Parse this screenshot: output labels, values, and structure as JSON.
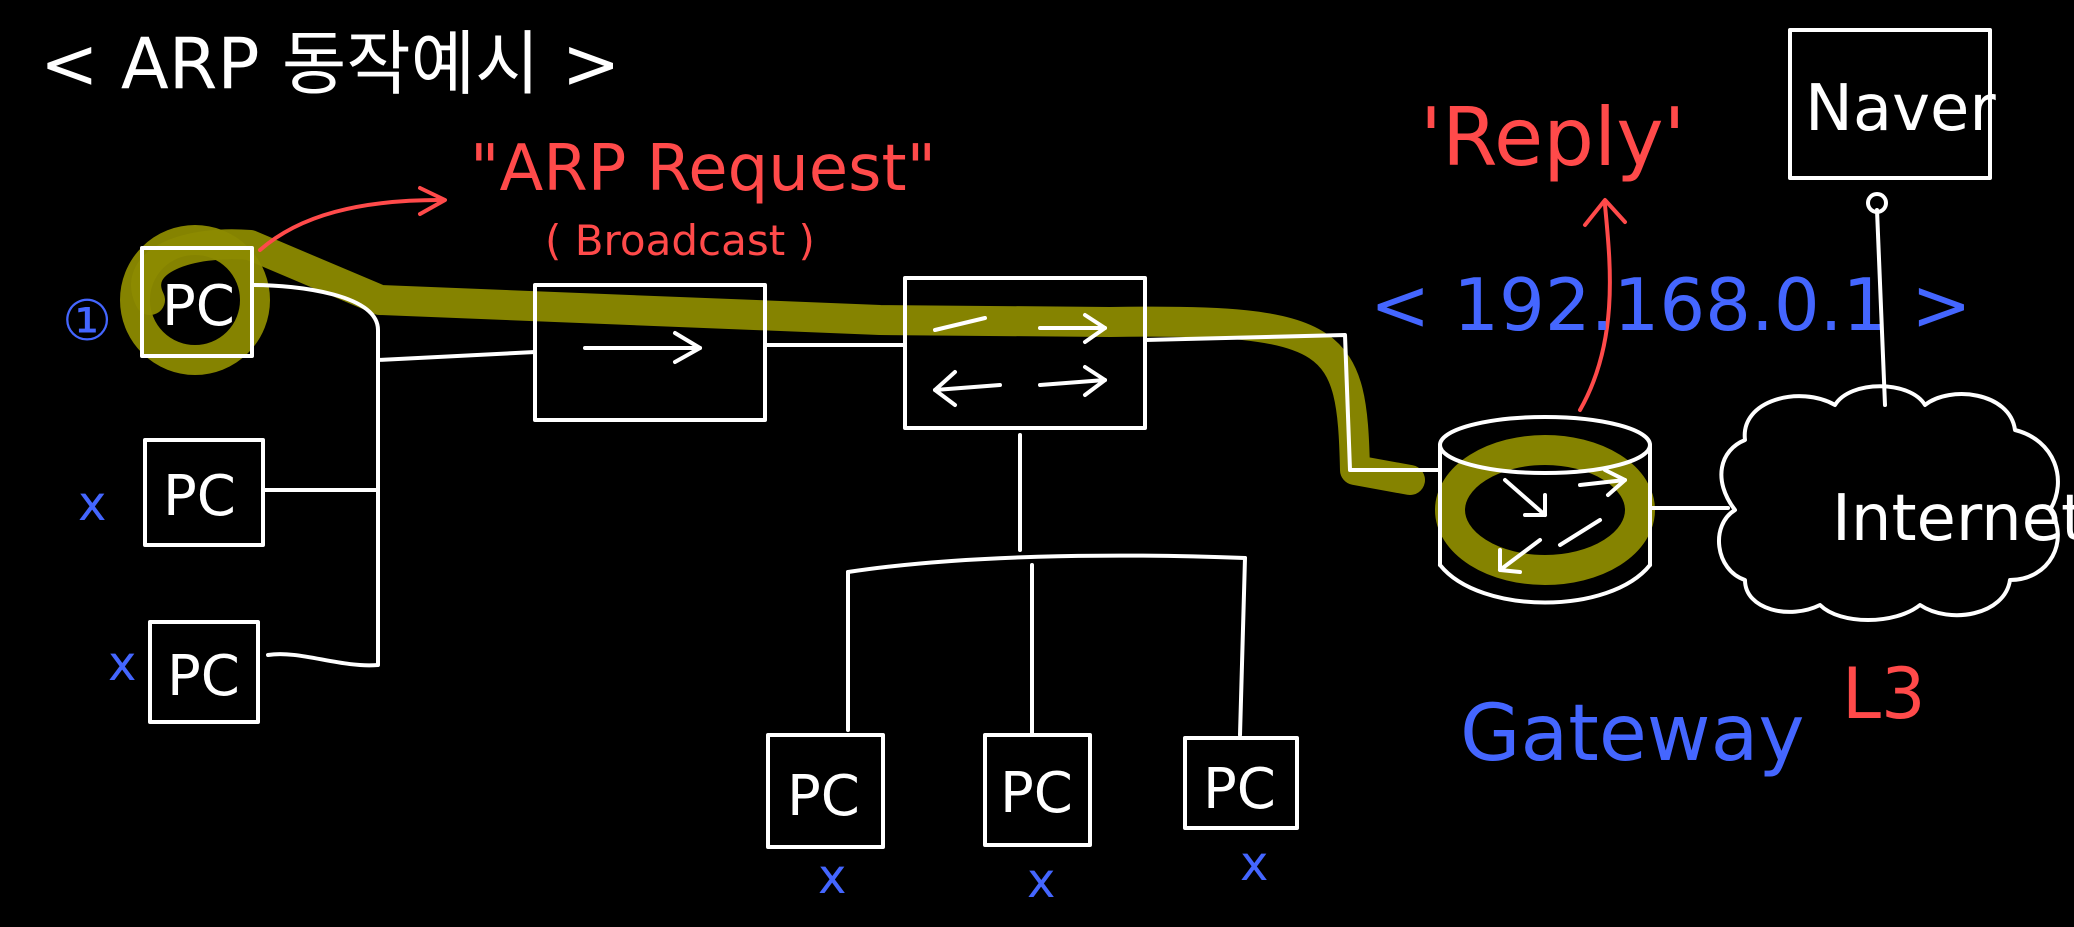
{
  "title": "< ARP 동작예시 >",
  "request": {
    "label": "\"ARP Request\"",
    "sub": "( Broadcast )"
  },
  "reply": {
    "label": "'Reply'"
  },
  "gateway_ip": "< 192.168.0.1 >",
  "step_marker": "①",
  "pc_label": "PC",
  "x_mark": "x",
  "gateway_label": "Gateway",
  "internet_label": "Internet",
  "naver_label": "Naver",
  "layer_label": "L3",
  "colors": {
    "background": "#000000",
    "line": "#ffffff",
    "red": "#ff4a4a",
    "blue": "#4466ff",
    "highlight": "#8c8a00"
  }
}
